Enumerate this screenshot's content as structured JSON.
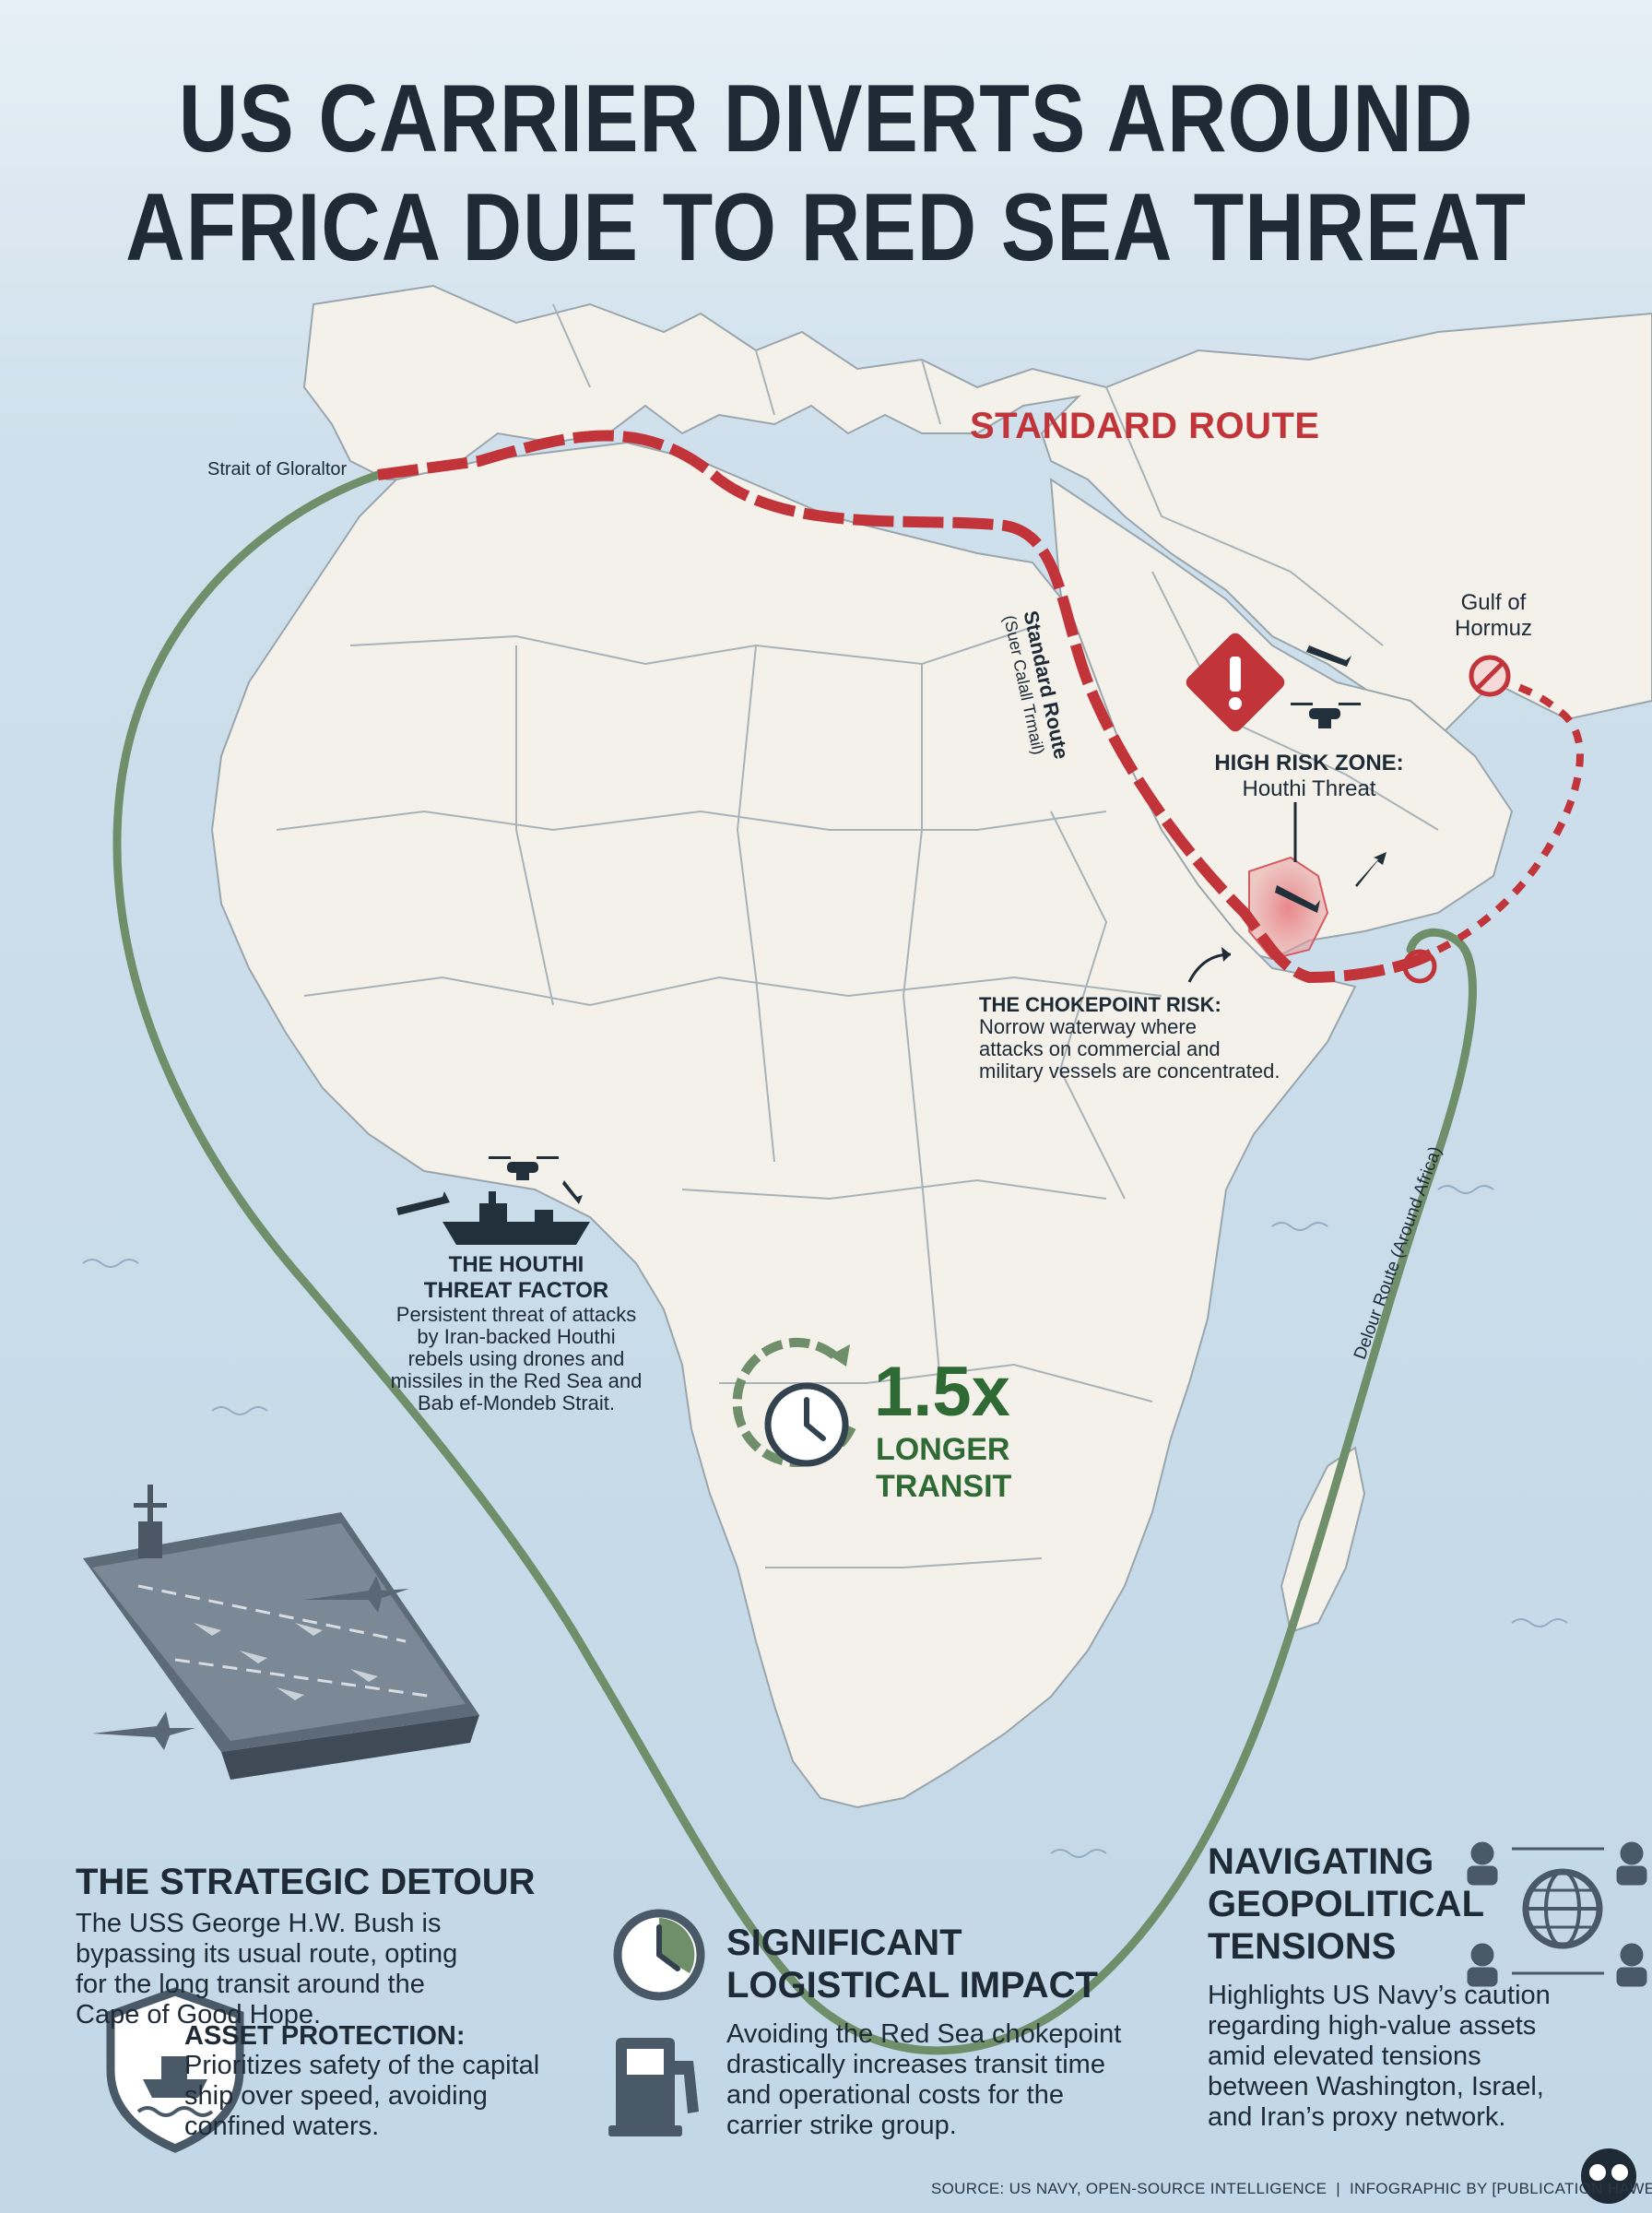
{
  "title": {
    "line1": "US CARRIER DIVERTS AROUND",
    "line2": "AFRICA DUE TO RED SEA THREAT"
  },
  "map": {
    "strait_gibraltar": "Strait of Gloraltor",
    "standard_route_banner": "STANDARD ROUTE",
    "standard_route_label": "Standard Route",
    "standard_route_sub": "(Suer Calall Trmail)",
    "gulf_line1": "Gulf of",
    "gulf_line2": "Hormuz",
    "high_risk_title": "HIGH RISK ZONE:",
    "high_risk_sub": "Houthi Threat",
    "chokepoint_title": "THE CHOKEPOINT RISK:",
    "chokepoint_body": [
      "Norrow waterway where",
      "attacks on commercial and",
      "military vessels are concentrated."
    ],
    "houthi_title": [
      "THE HOUTHI",
      "THREAT FACTOR"
    ],
    "houthi_body": [
      "Persistent threat of attacks",
      "by Iran-backed Houthi",
      "rebels using drones and",
      "missiles in the Red Sea and",
      "Bab ef-Mondeb Strait."
    ],
    "transit_big": "1.5x",
    "transit_l1": "LONGER",
    "transit_l2": "TRANSIT",
    "detour_label": "Delour Route (Around Africa)"
  },
  "strategic": {
    "title": "THE STRATEGIC DETOUR",
    "body": [
      "The USS George H.W. Bush is",
      "bypassing its usual route, opting",
      "for the long transit around the",
      "Cape of Good Hope."
    ]
  },
  "asset": {
    "title": "ASSET PROTECTION:",
    "body": [
      "Prioritizes safety of the capital",
      "ship over speed, avoiding",
      "confined waters."
    ]
  },
  "impact": {
    "title": [
      "SIGNIFICANT",
      "LOGISTICAL IMPACT"
    ],
    "body": [
      "Avoiding the Red Sea chokepoint",
      "drastically increases transit time",
      "and operational costs for the",
      "carrier strike group."
    ]
  },
  "geo": {
    "title": [
      "NAVIGATING",
      "GEOPOLITICAL",
      "TENSIONS"
    ],
    "body": [
      "Highlights US Navy’s caution",
      "regarding high-value assets",
      "amid elevated tensions",
      "between Washington, Israel,",
      "and Iran’s proxy network."
    ]
  },
  "source": "SOURCE: US NAVY, OPEN-SOURCE INTELLIGENCE  |  INFOGRAPHIC BY [PUBLICATION HAWE]",
  "colors": {
    "red_route": "#c0343a",
    "green_route": "#6f8f6a",
    "text": "#1e2a36",
    "land": "#f3f1ea",
    "sea": "#c9dceb"
  }
}
